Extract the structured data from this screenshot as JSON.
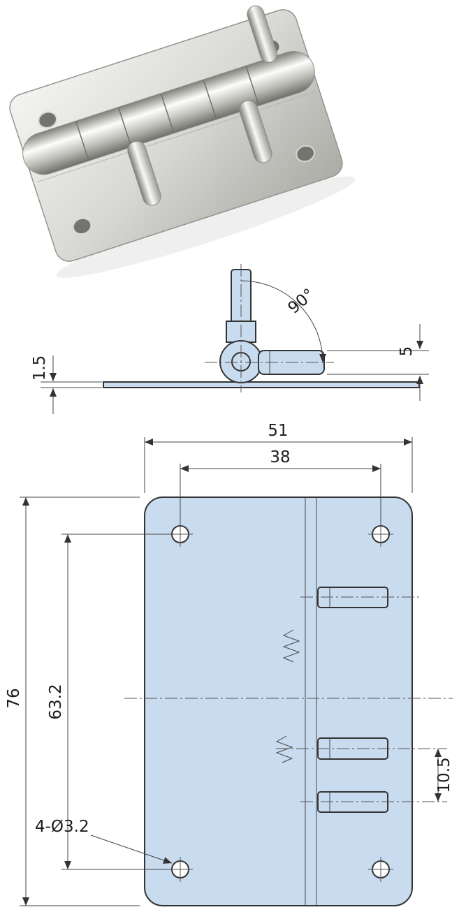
{
  "figure": {
    "type": "technical-drawing",
    "product": "spring loaded pin hinge",
    "colors": {
      "part_fill": "#c9dcef",
      "line": "#333333",
      "metal_light": "#f2f2f0",
      "metal_dark": "#8e8e8a"
    }
  },
  "side_view": {
    "angle_label": "90°",
    "plate_thickness": "1.5",
    "pin_height": "5"
  },
  "front_view": {
    "overall_width": "51",
    "hole_span_horizontal": "38",
    "overall_height": "76",
    "hole_span_vertical": "63.2",
    "pin_pitch": "10.5",
    "holes_note": "4-Ø3.2"
  }
}
